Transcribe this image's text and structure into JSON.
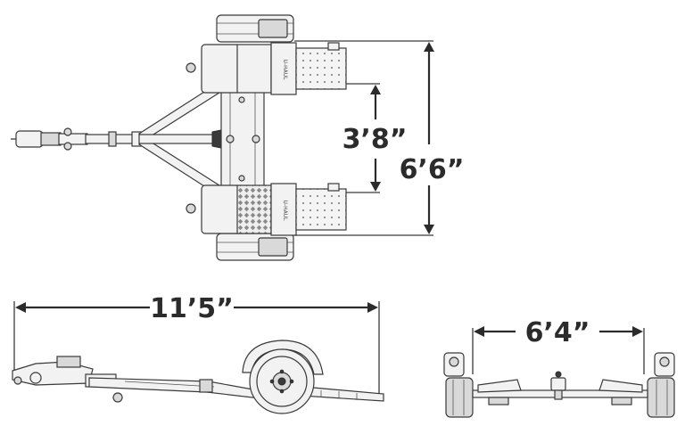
{
  "dimensions": {
    "axle_width": "3’8”",
    "overall_width": "6’6”",
    "overall_length": "11’5”",
    "rear_width": "6’4”"
  },
  "branding": {
    "fender_text_upper": "U-HAUL",
    "fender_text_lower": "U-HAUL"
  },
  "colors": {
    "line": "#3a3a3a",
    "label": "#2b2b2b",
    "fill_light": "#f2f2f2",
    "fill_mid": "#d9d9d9"
  }
}
